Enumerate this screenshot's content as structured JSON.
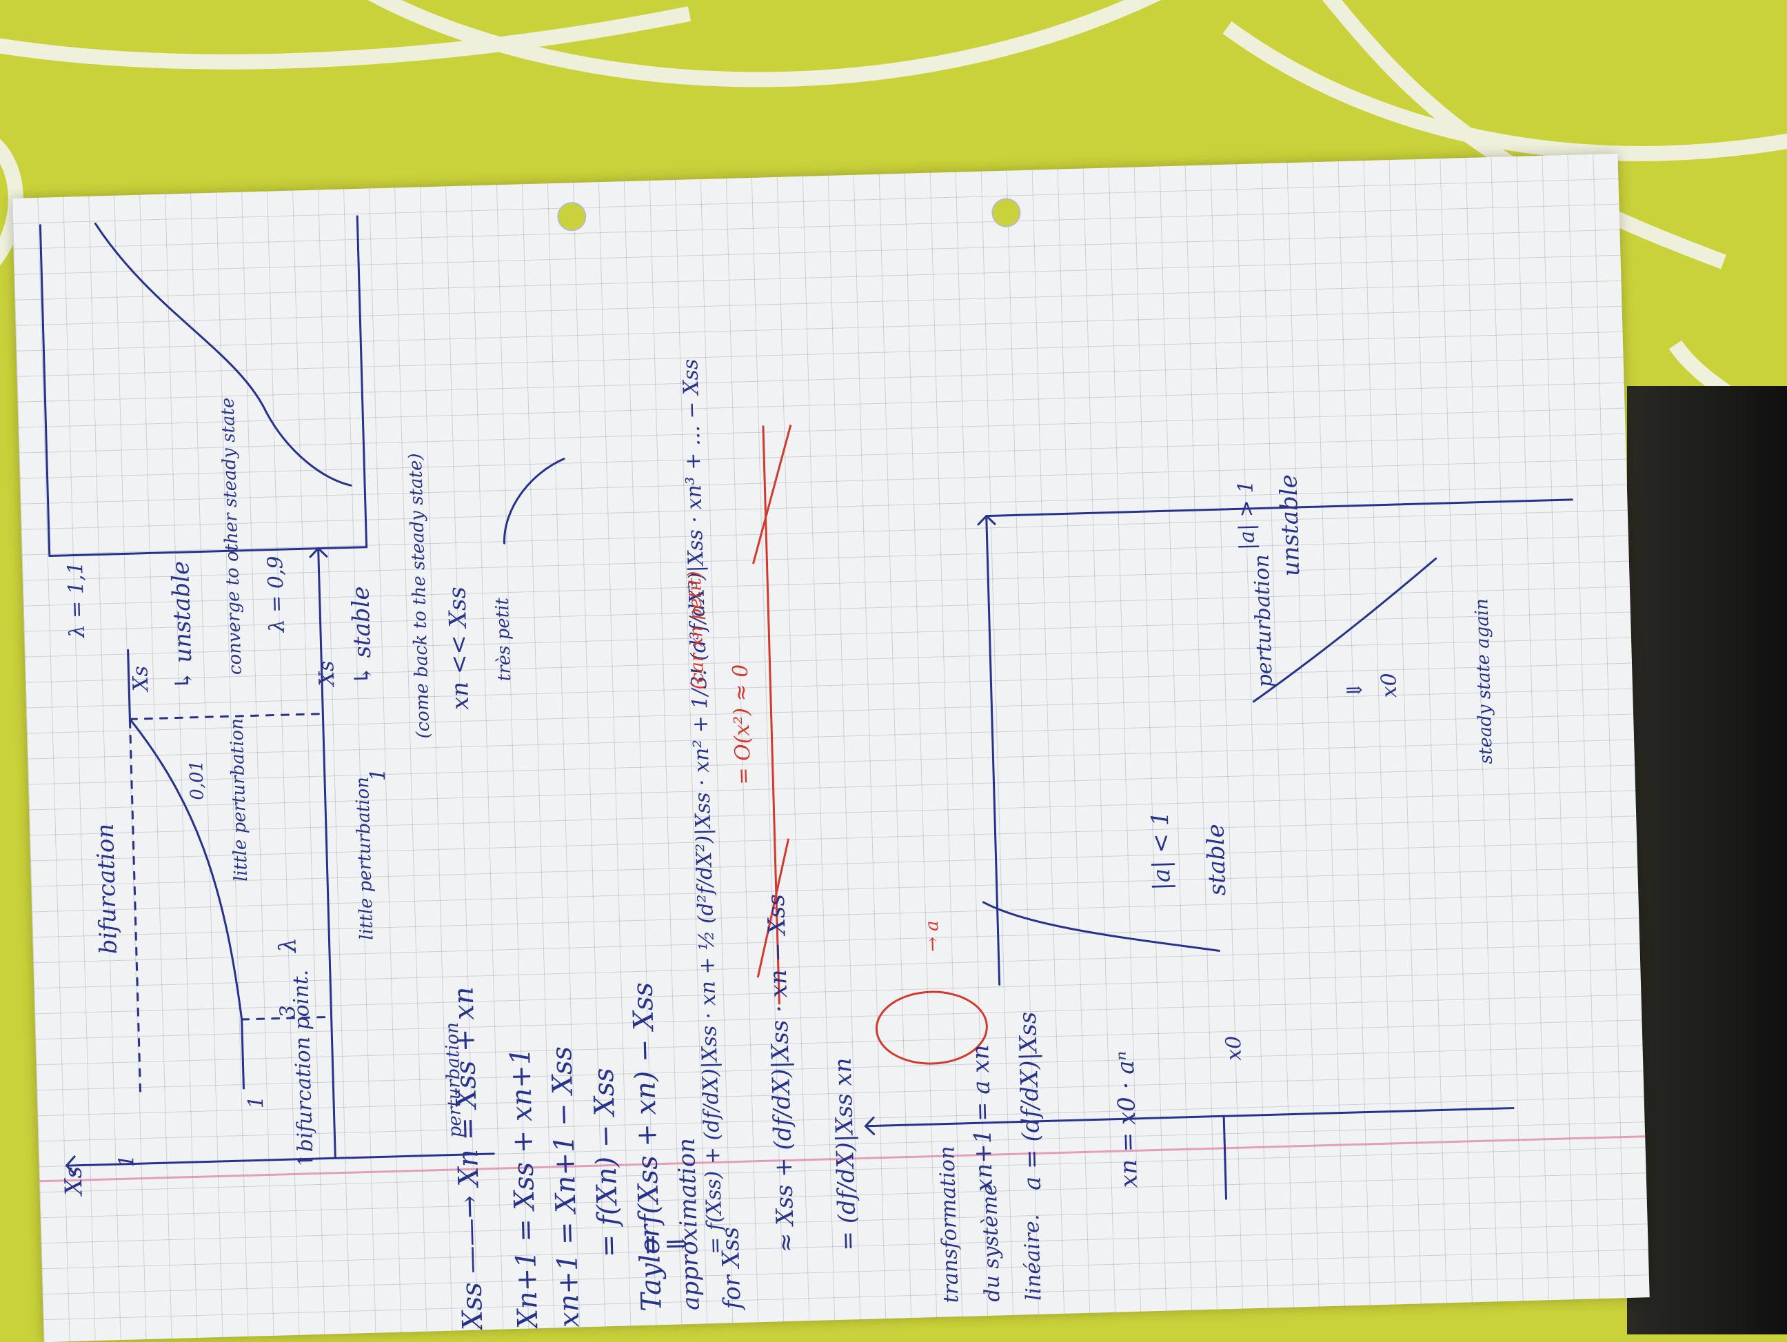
{
  "table": {
    "accent": "#c9d23a",
    "pattern_color": "#f4f4ee"
  },
  "page": {
    "ink_color": "#27338a",
    "red_ink_color": "#d23a2e",
    "graph1": {
      "xs_label": "Xs",
      "tick_1": "1",
      "tick_1b": "1",
      "tick_3": "3",
      "axis_lambda": "λ",
      "bifurcation_label": "bifurcation",
      "bifurcation_point_label": "↑bifurcation point."
    },
    "graph2": {
      "lambda_label": "λ = 1,1",
      "xs_label": "Xs",
      "state_label": "↳ unstable",
      "tick_001": "0,01",
      "little_perturbation": "little perturbation",
      "converge_note": "converge to other steady state",
      "lambda_09": "λ = 0,9"
    },
    "graph3": {
      "xs_label": "Xs",
      "state_label": "↳ stable",
      "tick_1": "1",
      "little_perturbation": "little perturbation",
      "come_back": "(come back to the steady state)"
    },
    "perturbation": {
      "arrow_label": "perturbation",
      "eq_main": "Xss ——→ Xn = Xss + xn",
      "small": "xn << Xss",
      "small_note": "très petit",
      "eq1": "Xn+1 = Xss + xn+1",
      "eq2": "xn+1 = Xn+1 − Xss",
      "eq3": "= f(Xn) − Xss",
      "eq4": "= f(Xss + xn) − Xss"
    },
    "taylor": {
      "label_1": "Taylor",
      "label_2": "approximation",
      "label_3": "for Xss",
      "arrow": "⇓",
      "expansion": "= f(Xss) + (df/dX)|Xss · xn + ½ (d²f/dX²)|Xss · xn² + 1/3! (d³f/dX³)|Xss · xn³ + … − Xss",
      "approx": "≈ Xss + (df/dX)|Xss · xn − Xss",
      "result": "= (df/dX)|Xss xn",
      "order_note": "= O(x²) ≈ 0",
      "order_note_2": "(car xn petit)",
      "arrow_a": "→ a"
    },
    "linear": {
      "label_1": "transformation",
      "label_2": "du système",
      "label_3": "linéaire.",
      "eq1": "xn+1 = a xn",
      "eq2": "a = (df/dX)|Xss",
      "eq3": "xn = x0 · aⁿ"
    },
    "graph4": {
      "x0_label": "x0",
      "condition": "|a| < 1",
      "state": "stable",
      "note": "perturbation",
      "steady": "steady state again"
    },
    "graph5": {
      "x0_label": "x0",
      "condition": "|a| > 1",
      "state": "unstable",
      "arrow": "⇓"
    }
  }
}
